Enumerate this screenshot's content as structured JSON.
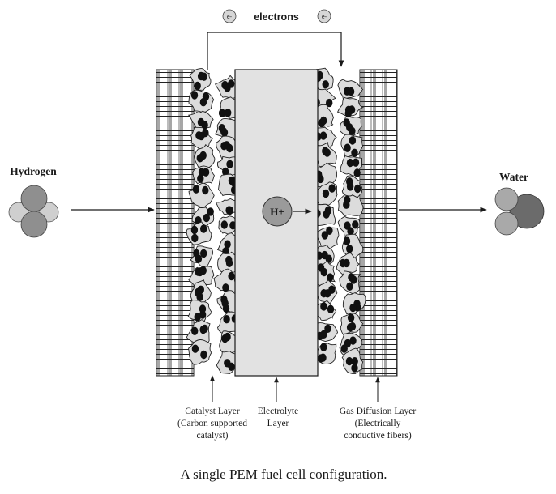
{
  "electrons": {
    "label": "electrons",
    "symbol": "e-"
  },
  "reactants": {
    "hydrogen_label": "Hydrogen",
    "water_label": "Water"
  },
  "ion": {
    "label": "H+"
  },
  "layers": {
    "catalyst": [
      "Catalyst Layer",
      "(Carbon supported",
      "catalyst)"
    ],
    "electrolyte": [
      "Electrolyte",
      "Layer"
    ],
    "gas_diffusion": [
      "Gas Diffusion Layer",
      "(Electrically",
      "conductive fibers)"
    ]
  },
  "caption": "A single PEM fuel cell configuration.",
  "colors": {
    "ink": "#1a1a1a",
    "electrolyte_fill": "#e2e2e2",
    "blob_fill": "#dcdcdc",
    "particle": "#111111",
    "h_dark": "#8f8f8f",
    "h_light": "#cfcfcf",
    "o_dark": "#6b6b6b",
    "water_h": "#a9a9a9"
  }
}
